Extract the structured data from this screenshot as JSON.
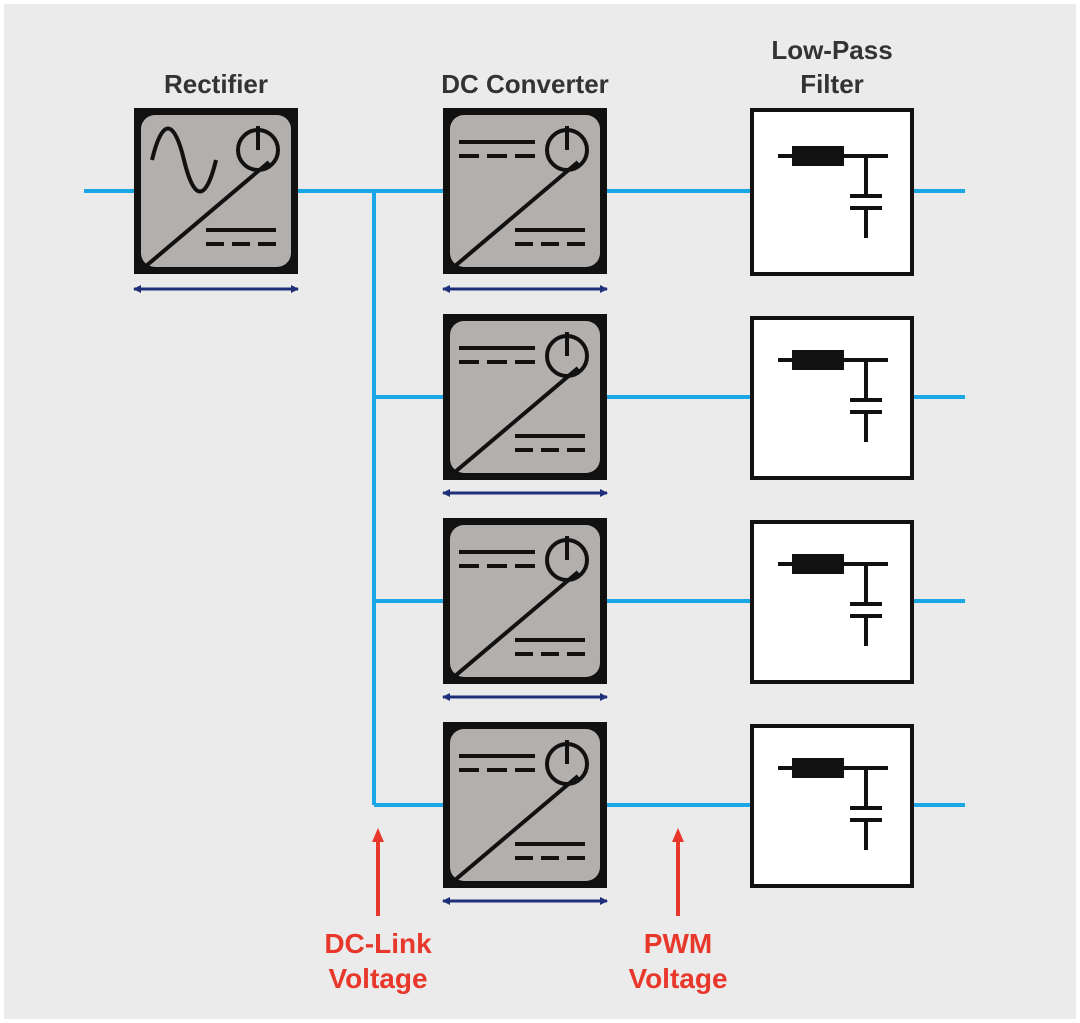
{
  "labels": {
    "rectifier": "Rectifier",
    "dc_converter": "DC Converter",
    "low_pass_filter_line1": "Low-Pass",
    "low_pass_filter_line2": "Filter",
    "dc_link_line1": "DC-Link",
    "dc_link_line2": "Voltage",
    "pwm_line1": "PWM",
    "pwm_line2": "Voltage"
  },
  "colors": {
    "background": "#ebebeb",
    "wire": "#1aa7e6",
    "block_fill": "#b3afad",
    "block_border": "#111111",
    "filter_fill": "#ffffff",
    "indicator_arrow": "#1f2f7a",
    "annotation_red": "#e8382b",
    "text_dark": "#333333"
  },
  "icons": {
    "rectifier": "ac-to-dc-symbol",
    "dc_converter": "dc-to-dc-symbol",
    "filter": "lc-filter-symbol"
  }
}
